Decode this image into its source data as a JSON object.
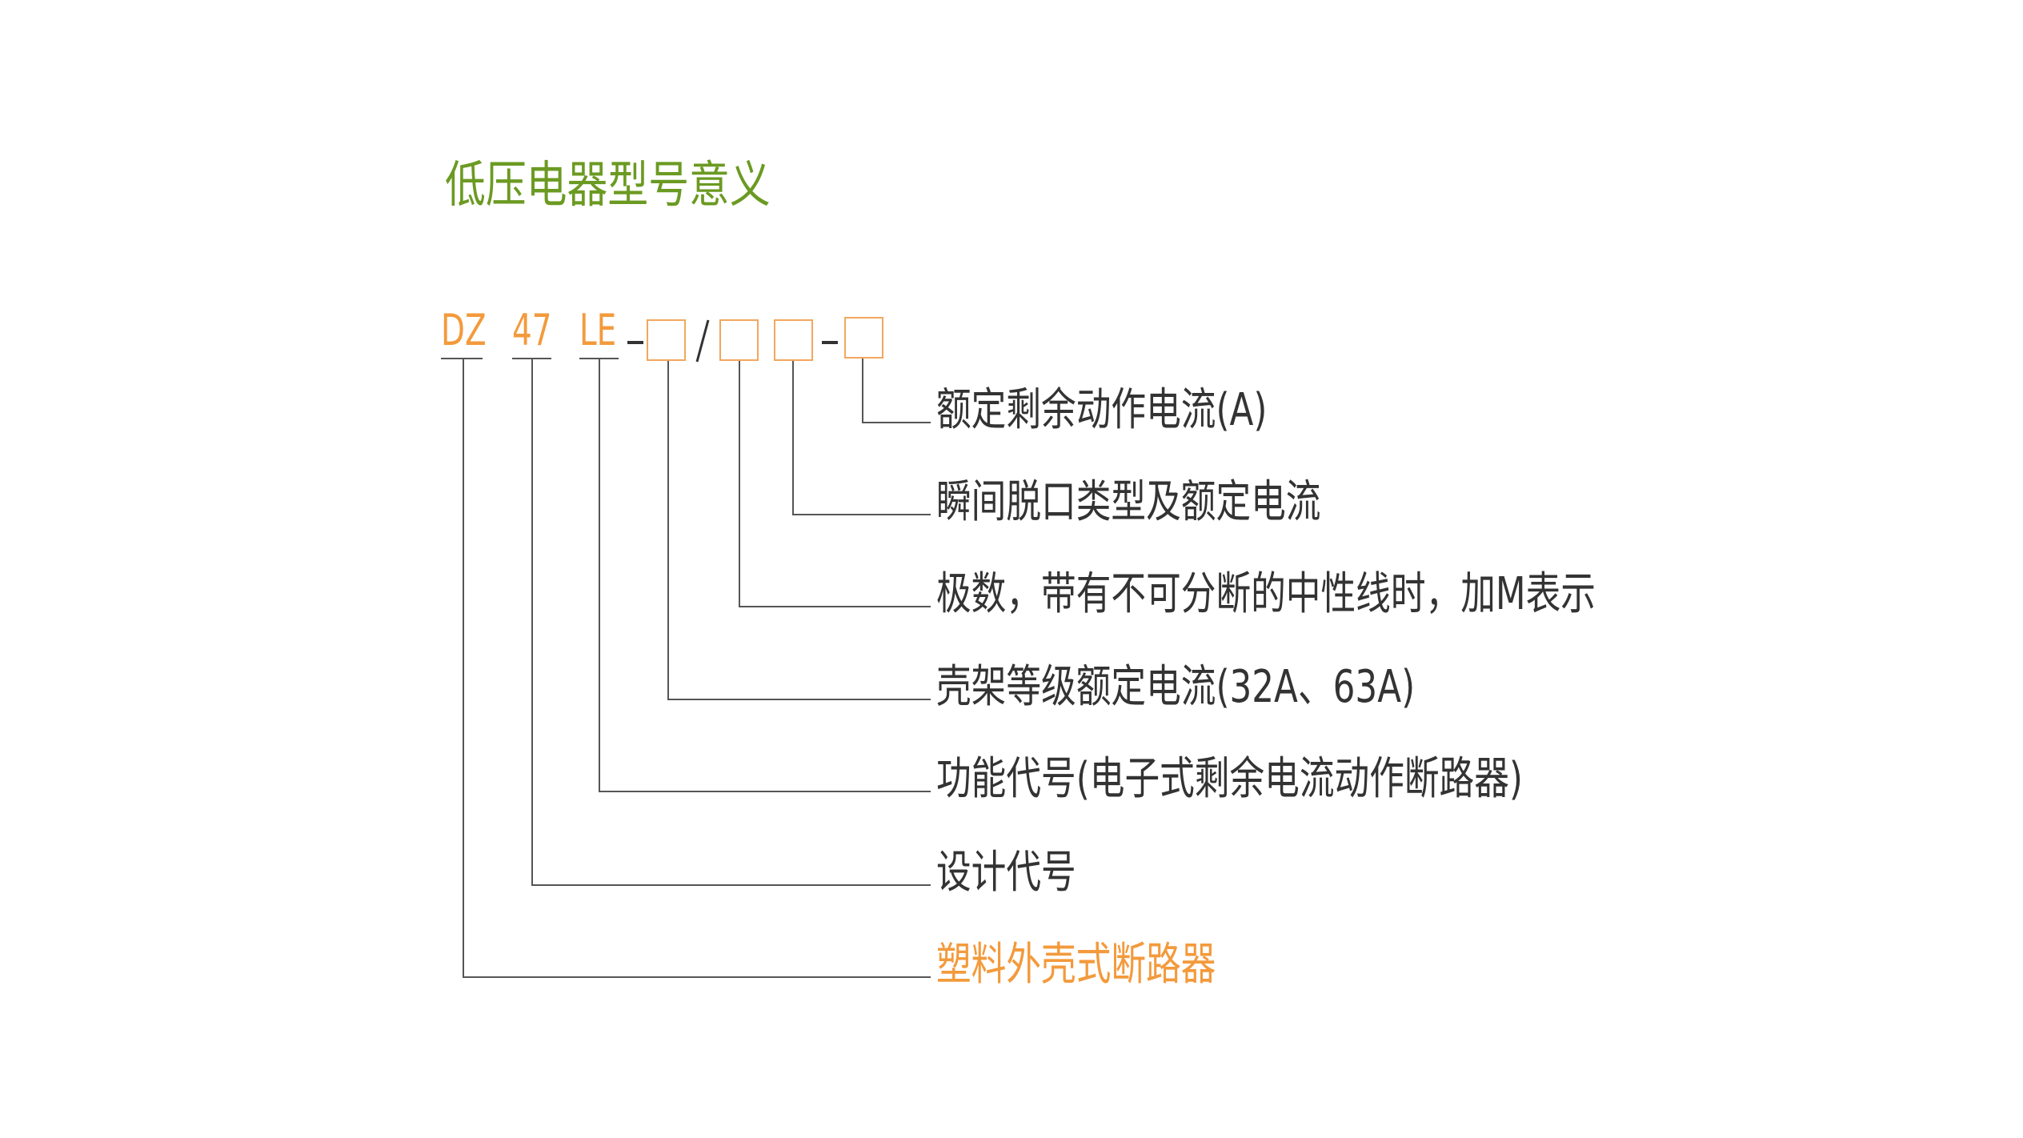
{
  "title": "低压电器型号意义",
  "model_code": {
    "series": "DZ",
    "design": "47",
    "function": "LE",
    "separator_dash": "-",
    "separator_slash": "/"
  },
  "labels": [
    "额定剩余动作电流(A)",
    "瞬间脱口类型及额定电流",
    "极数，带有不可分断的中性线时，加M表示",
    "壳架等级额定电流(32A、63A)",
    "功能代号(电子式剩余电流动作断路器)",
    "设计代号",
    "塑料外壳式断路器"
  ],
  "colors": {
    "title": "#6b9a22",
    "accent": "#f39a3c",
    "text": "#333333",
    "line": "#555555"
  }
}
